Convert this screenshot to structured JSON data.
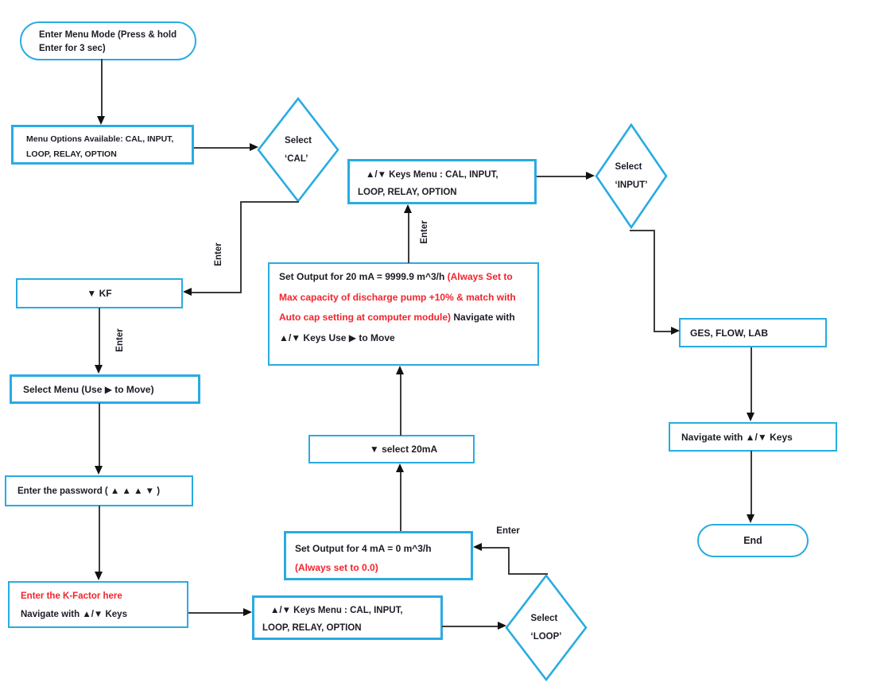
{
  "diagram": {
    "colors": {
      "box_border": "#29abe2",
      "text": "#1c1c26",
      "accent_red": "#f5232b",
      "line": "#3c3c3c",
      "arrow": "#111111"
    },
    "nodes": {
      "start": {
        "line1": "Enter Menu Mode (Press & hold",
        "line2": "Enter for 3 sec)"
      },
      "menu_options": {
        "line1": "Menu Options Available:  CAL, INPUT,",
        "line2": "LOOP, RELAY, OPTION"
      },
      "select_cal": {
        "line1": "Select",
        "line2": "‘CAL’"
      },
      "keys_menu_top": {
        "line1": "▲/▼ Keys Menu : CAL, INPUT,",
        "line2": "LOOP, RELAY, OPTION"
      },
      "select_input": {
        "line1": "Select",
        "line2": "‘INPUT’"
      },
      "kf": {
        "text": "▼ KF"
      },
      "select_menu": {
        "text": "Select Menu (Use ▶ to Move)"
      },
      "password": {
        "text": "Enter the password ( ▲ ▲ ▲ ▼ )"
      },
      "k_factor": {
        "red_line": "Enter the K-Factor here",
        "black_line": "Navigate with ▲/▼ Keys"
      },
      "keys_menu_bottom": {
        "line1": "▲/▼ Keys Menu : CAL, INPUT,",
        "line2": "LOOP, RELAY, OPTION"
      },
      "select_loop": {
        "line1": "Select",
        "line2": "‘LOOP’"
      },
      "output_4ma": {
        "black_line": "Set Output for 4 mA = 0 m^3/h",
        "red_line": "(Always set to 0.0)"
      },
      "select_20ma": {
        "text": "▼ select 20mA"
      },
      "output_20ma": {
        "black_part1": "Set Output for 20 mA = 9999.9 m^3/h ",
        "red_part": "(Always Set to Max capacity of discharge pump +10% & match with Auto cap setting at computer module)",
        "black_part2": " Navigate with ▲/▼ Keys Use ▶ to Move"
      },
      "ges_flow_lab": {
        "text": "GES, FLOW, LAB"
      },
      "navigate_keys": {
        "text": "Navigate with ▲/▼ Keys"
      },
      "end": {
        "text": "End"
      }
    },
    "edge_labels": {
      "cal_to_kf": "Enter",
      "kf_to_select_menu": "Enter",
      "output20_to_keys_menu": "Enter",
      "loop_to_output4": "Enter"
    }
  }
}
